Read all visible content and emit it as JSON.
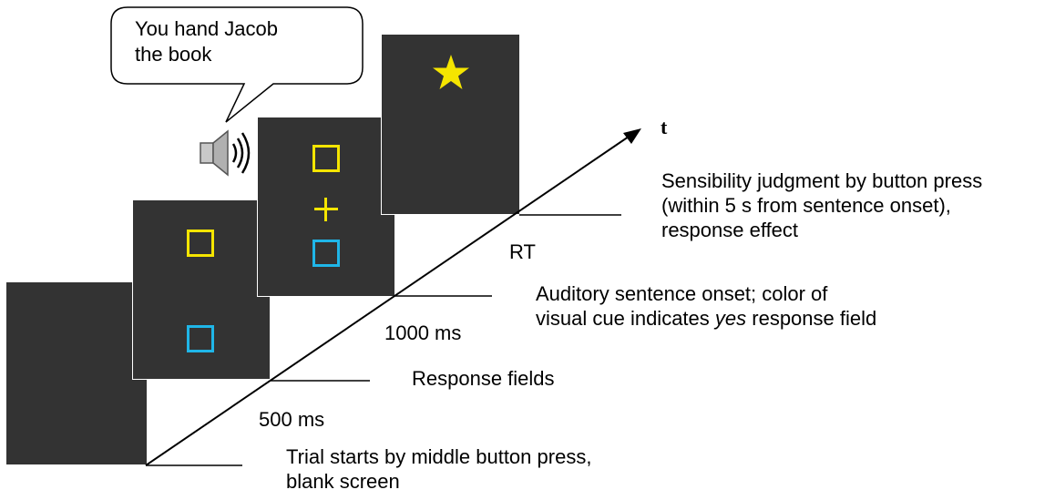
{
  "speech_bubble": {
    "line1": "You hand Jacob",
    "line2": "the book"
  },
  "time_axis_label": "t",
  "intervals": {
    "first": "500 ms",
    "second": "1000 ms",
    "third": "RT"
  },
  "events": {
    "trial_start": {
      "line1": "Trial starts by middle button press,",
      "line2": "blank screen"
    },
    "response_fields": {
      "line1": "Response fields"
    },
    "sentence_onset": {
      "line1": "Auditory sentence onset; color of",
      "line2_before": "visual cue indicates ",
      "line2_italic": "yes",
      "line2_after": " response field"
    },
    "judgment": {
      "line1": "Sensibility judgment by button press",
      "line2": "(within 5 s from sentence onset),",
      "line3": "response effect"
    }
  },
  "icons": {
    "speaker": "speaker-icon",
    "star": "star-icon",
    "fixation": "fixation-cross-icon"
  },
  "colors": {
    "screen_bg": "#333333",
    "cue_yellow": "#f5e500",
    "cue_cyan": "#1fb6e8",
    "star": "#f5e500"
  }
}
